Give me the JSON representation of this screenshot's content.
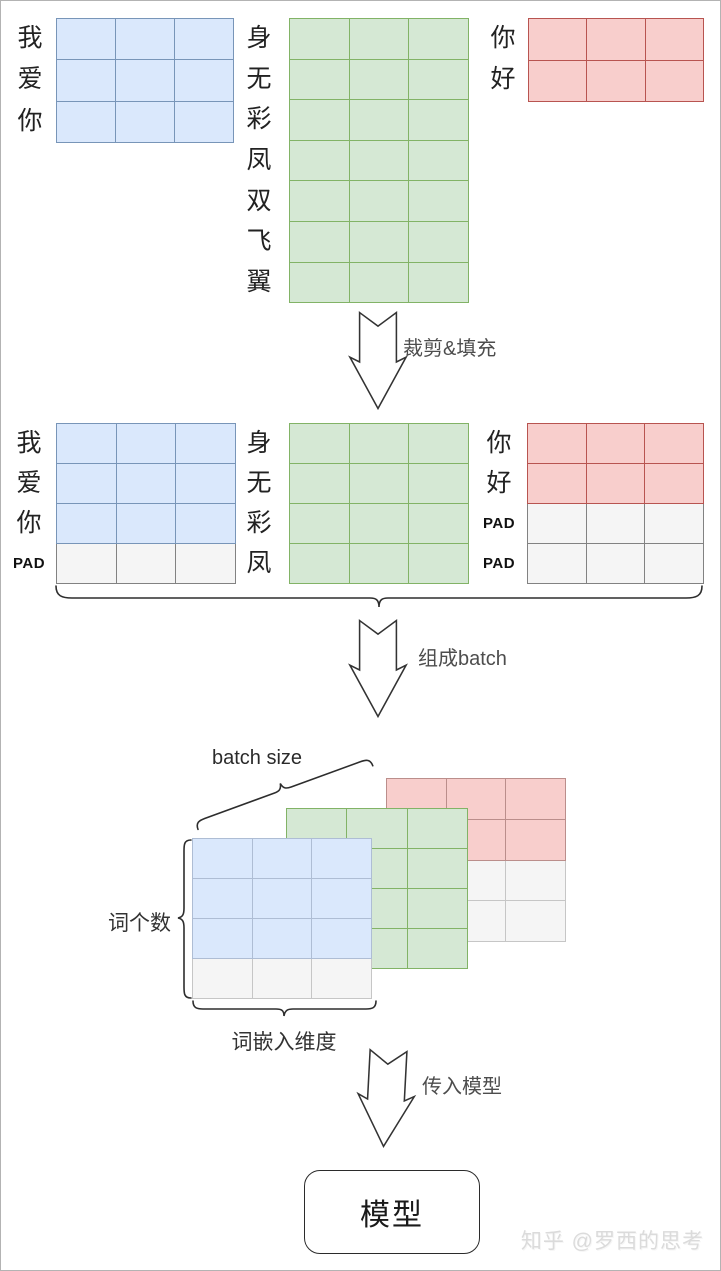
{
  "colors": {
    "blue_fill": "#dae8fc",
    "blue_border": "#7895b8",
    "green_fill": "#d5e8d4",
    "green_border": "#82b366",
    "red_fill": "#f8cecc",
    "red_border": "#b85450",
    "pad_fill": "#f5f5f5",
    "pad_border": "#828282"
  },
  "top_section": {
    "items": [
      {
        "chars": [
          "我",
          "爱",
          "你"
        ],
        "grid": {
          "cols": 3,
          "rows": [
            "blue",
            "blue",
            "blue"
          ]
        }
      },
      {
        "chars": [
          "身",
          "无",
          "彩",
          "凤",
          "双",
          "飞",
          "翼"
        ],
        "grid": {
          "cols": 3,
          "rows": [
            "green",
            "green",
            "green",
            "green",
            "green",
            "green",
            "green"
          ]
        }
      },
      {
        "chars": [
          "你",
          "好"
        ],
        "grid": {
          "cols": 3,
          "rows": [
            "red",
            "red"
          ]
        }
      }
    ]
  },
  "arrows": [
    {
      "label": "裁剪&填充"
    },
    {
      "label": "组成batch"
    },
    {
      "label": "传入模型"
    }
  ],
  "middle_section": {
    "items": [
      {
        "chars": [
          "我",
          "爱",
          "你",
          "PAD"
        ],
        "grid": {
          "cols": 3,
          "rows": [
            "blue",
            "blue",
            "blue",
            "pad"
          ]
        }
      },
      {
        "chars": [
          "身",
          "无",
          "彩",
          "凤"
        ],
        "grid": {
          "cols": 3,
          "rows": [
            "green",
            "green",
            "green",
            "green"
          ]
        }
      },
      {
        "chars": [
          "你",
          "好",
          "PAD",
          "PAD"
        ],
        "grid": {
          "cols": 3,
          "rows": [
            "red",
            "red",
            "pad",
            "pad"
          ]
        }
      }
    ]
  },
  "batch_section": {
    "batch_size_label": "batch size",
    "word_count_label": "词个数",
    "embed_dim_label": "词嵌入维度",
    "stack": [
      {
        "grid": {
          "cols": 3,
          "rows": [
            "red",
            "red",
            "pad",
            "pad"
          ],
          "muted": true
        }
      },
      {
        "grid": {
          "cols": 3,
          "rows": [
            "green",
            "green",
            "green",
            "green"
          ],
          "muted": true
        }
      },
      {
        "grid": {
          "cols": 3,
          "rows": [
            "blue",
            "blue",
            "blue",
            "pad"
          ],
          "muted": true
        }
      }
    ]
  },
  "model_box": {
    "label": "模型"
  },
  "watermark": "知乎 @罗西的思考"
}
